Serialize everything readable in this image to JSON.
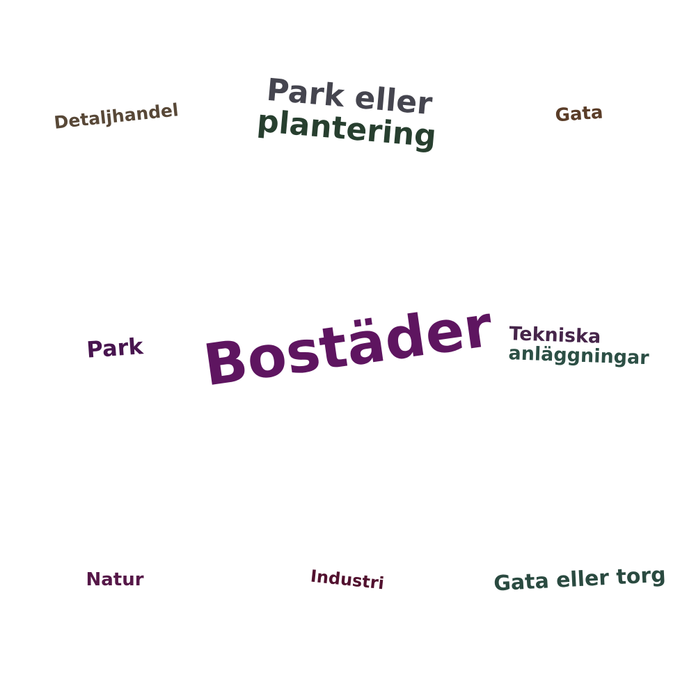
{
  "words": {
    "bostader": {
      "text": "Bostäder",
      "color": "#5e1560"
    },
    "park_eller": {
      "text": "Park eller",
      "color": "#45454f"
    },
    "plantering": {
      "text": "plantering",
      "color": "#273f2f"
    },
    "detaljhandel": {
      "text": "Detaljhandel",
      "color": "#584837"
    },
    "gata": {
      "text": "Gata",
      "color": "#5a3d28"
    },
    "park": {
      "text": "Park",
      "color": "#48154f"
    },
    "tekniska": {
      "text": "Tekniska",
      "color": "#46254a"
    },
    "anlaggningar": {
      "text": "anläggningar",
      "color": "#2c4f45"
    },
    "natur": {
      "text": "Natur",
      "color": "#561748"
    },
    "industri": {
      "text": "Industri",
      "color": "#52112f"
    },
    "gata_eller_torg": {
      "text": "Gata eller torg",
      "color": "#2a4a40"
    }
  }
}
